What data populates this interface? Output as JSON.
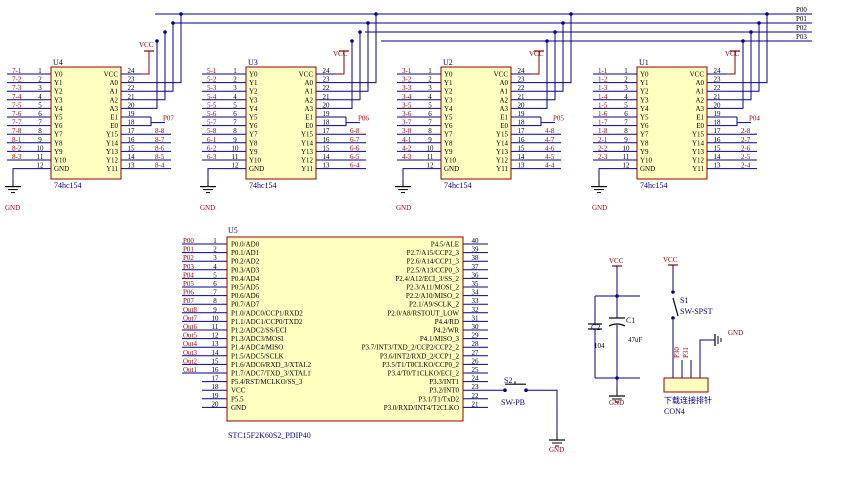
{
  "buses": [
    "P00",
    "P01",
    "P02",
    "P03"
  ],
  "decoders": [
    {
      "ref": "U4",
      "part": "74hc154",
      "port": "P07",
      "in_nets": [
        "7-1",
        "7-2",
        "7-3",
        "7-4",
        "7-5",
        "7-6",
        "7-7",
        "7-8",
        "8-1",
        "8-2",
        "8-3"
      ],
      "out_nets": [
        "8-8",
        "8-7",
        "8-6",
        "8-5",
        "8-4"
      ]
    },
    {
      "ref": "U3",
      "part": "74hc154",
      "port": "P06",
      "in_nets": [
        "5-1",
        "5-2",
        "5-3",
        "5-4",
        "5-5",
        "5-6",
        "5-7",
        "5-8",
        "6-1",
        "6-2",
        "6-3"
      ],
      "out_nets": [
        "6-8",
        "6-7",
        "6-6",
        "6-5",
        "6-4"
      ]
    },
    {
      "ref": "U2",
      "part": "74hc154",
      "port": "P05",
      "in_nets": [
        "3-1",
        "3-2",
        "3-3",
        "3-4",
        "3-5",
        "3-6",
        "3-7",
        "3-8",
        "4-1",
        "4-2",
        "4-3"
      ],
      "out_nets": [
        "4-8",
        "4-7",
        "4-6",
        "4-5",
        "4-4"
      ]
    },
    {
      "ref": "U1",
      "part": "74hc154",
      "port": "P04",
      "in_nets": [
        "1-1",
        "1-2",
        "1-3",
        "1-4",
        "1-5",
        "1-6",
        "1-7",
        "1-8",
        "2-1",
        "2-2",
        "2-3"
      ],
      "out_nets": [
        "2-8",
        "2-7",
        "2-6",
        "2-5",
        "2-4"
      ]
    }
  ],
  "decoder_pins_left": [
    {
      "name": "Y0",
      "num": "1"
    },
    {
      "name": "Y1",
      "num": "2"
    },
    {
      "name": "Y2",
      "num": "3"
    },
    {
      "name": "Y3",
      "num": "4"
    },
    {
      "name": "Y4",
      "num": "5"
    },
    {
      "name": "Y5",
      "num": "6"
    },
    {
      "name": "Y6",
      "num": "7"
    },
    {
      "name": "Y7",
      "num": "8"
    },
    {
      "name": "Y8",
      "num": "9"
    },
    {
      "name": "Y9",
      "num": "10"
    },
    {
      "name": "Y10",
      "num": "11"
    },
    {
      "name": "GND",
      "num": "12"
    }
  ],
  "decoder_pins_right": [
    {
      "name": "VCC",
      "num": "24"
    },
    {
      "name": "A0",
      "num": "23"
    },
    {
      "name": "A1",
      "num": "22"
    },
    {
      "name": "A2",
      "num": "21"
    },
    {
      "name": "A3",
      "num": "20"
    },
    {
      "name": "E1",
      "num": "19"
    },
    {
      "name": "E0",
      "num": "18"
    },
    {
      "name": "Y15",
      "num": "17"
    },
    {
      "name": "Y14",
      "num": "16"
    },
    {
      "name": "Y13",
      "num": "15"
    },
    {
      "name": "Y12",
      "num": "14"
    },
    {
      "name": "Y11",
      "num": "13"
    }
  ],
  "mcu": {
    "ref": "U5",
    "part": "STC15F2K60S2_PDIP40",
    "left_pins": [
      {
        "name": "P0.0/AD0",
        "num": "1",
        "net": "P00"
      },
      {
        "name": "P0.1/AD1",
        "num": "2",
        "net": "P01"
      },
      {
        "name": "P0.2/AD2",
        "num": "3",
        "net": "P02"
      },
      {
        "name": "P0.3/AD3",
        "num": "4",
        "net": "P03"
      },
      {
        "name": "P0.4/AD4",
        "num": "5",
        "net": "P04"
      },
      {
        "name": "P0.5/AD5",
        "num": "6",
        "net": "P05"
      },
      {
        "name": "P0.6/AD6",
        "num": "7",
        "net": "P06"
      },
      {
        "name": "P0.7/AD7",
        "num": "8",
        "net": "P07"
      },
      {
        "name": "P1.0/ADC0/CCP1/RXD2",
        "num": "9",
        "net": "Out8"
      },
      {
        "name": "P1.1/ADC1/CCP0/TXD2",
        "num": "10",
        "net": "Out7"
      },
      {
        "name": "P1.2/ADC2/SS/ECI",
        "num": "11",
        "net": "Out6"
      },
      {
        "name": "P1.3/ADC3/MOSI",
        "num": "12",
        "net": "Out5"
      },
      {
        "name": "P1.4/ADC4/MISO",
        "num": "13",
        "net": "Out4"
      },
      {
        "name": "P1.5/ADC5/SCLK",
        "num": "14",
        "net": "Out3"
      },
      {
        "name": "P1.6/ADC6/RXD_3/XTAL2",
        "num": "15",
        "net": "Out2"
      },
      {
        "name": "P1.7/ADC7/TXD_3/XTAL1",
        "num": "16",
        "net": "Out1"
      },
      {
        "name": "P5.4/RST/MCLKO/SS_3",
        "num": "17",
        "net": ""
      },
      {
        "name": "VCC",
        "num": "18",
        "net": ""
      },
      {
        "name": "P5.5",
        "num": "19",
        "net": ""
      },
      {
        "name": "GND",
        "num": "20",
        "net": ""
      }
    ],
    "right_pins": [
      {
        "name": "P4.5/ALE",
        "num": "40"
      },
      {
        "name": "P2.7/A15/CCP2_3",
        "num": "39"
      },
      {
        "name": "P2.6/A14/CCP1_3",
        "num": "38"
      },
      {
        "name": "P2.5/A13/CCP0_3",
        "num": "37"
      },
      {
        "name": "P2.4/A12/ECI_3/SS_2",
        "num": "36"
      },
      {
        "name": "P2.3/A11/MOSI_2",
        "num": "35"
      },
      {
        "name": "P2.2/A10/MISO_2",
        "num": "34"
      },
      {
        "name": "P2.1/A9/SCLK_2",
        "num": "33"
      },
      {
        "name": "P2.0/A8/RSTOUT_LOW",
        "num": "32"
      },
      {
        "name": "P4.4/RD",
        "num": "31"
      },
      {
        "name": "P4.2/WR",
        "num": "30"
      },
      {
        "name": "P4.1/MISO_3",
        "num": "29"
      },
      {
        "name": "P3.7/INT3/TXD_2/CCP2/CCP2_2",
        "num": "28"
      },
      {
        "name": "P3.6/INT2/RXD_2/CCP1_2",
        "num": "27"
      },
      {
        "name": "P3.5/T1/T0CLKO/CCP0_2",
        "num": "26"
      },
      {
        "name": "P3.4/T0/T1CLKO/ECI_2",
        "num": "25"
      },
      {
        "name": "P3.3/INT1",
        "num": "24"
      },
      {
        "name": "P3.2/INT0",
        "num": "23"
      },
      {
        "name": "P3.1/T1/TxD2",
        "num": "22"
      },
      {
        "name": "P3.0/RXD/INT4/T2CLKO",
        "num": "21"
      }
    ]
  },
  "labels": {
    "vcc": "VCC",
    "gnd": "GND",
    "s1_ref": "S1",
    "s1_part": "SW-SPST",
    "s2_ref": "S2",
    "s2_part": "SW-PB",
    "c1_ref": "C1",
    "c1_val": "47uF",
    "c2_ref": "C2",
    "c2_val": "104",
    "con_ref": "CON4",
    "con_title": "下载连接排针",
    "con_p30": "P30",
    "con_p31": "P31"
  },
  "colors": {
    "wire": "#00008b",
    "body_fill": "#ffffc0",
    "body_stroke": "#8b0000",
    "net_red": "#b00000",
    "ref_blue": "#00008b"
  }
}
